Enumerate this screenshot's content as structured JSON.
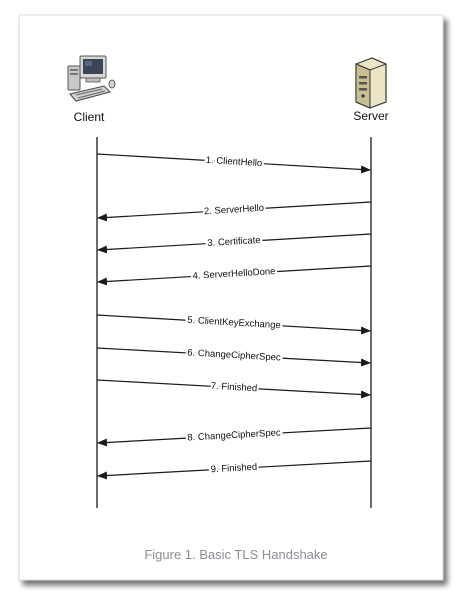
{
  "diagram": {
    "client_label": "Client",
    "server_label": "Server",
    "client_icon": "desktop-computer-icon",
    "server_icon": "server-tower-icon",
    "caption": "Figure 1. Basic TLS Handshake",
    "messages": [
      {
        "label": "1. ClientHello",
        "direction": "client-to-server"
      },
      {
        "label": "2. ServerHello",
        "direction": "server-to-client"
      },
      {
        "label": "3. Certificate",
        "direction": "server-to-client"
      },
      {
        "label": "4. ServerHelloDone",
        "direction": "server-to-client"
      },
      {
        "label": "5. ClientKeyExchange",
        "direction": "client-to-server"
      },
      {
        "label": "6. ChangeCipherSpec",
        "direction": "client-to-server"
      },
      {
        "label": "7. Finished",
        "direction": "client-to-server"
      },
      {
        "label": "8. ChangeCipherSpec",
        "direction": "server-to-client"
      },
      {
        "label": "9. Finished",
        "direction": "server-to-client"
      }
    ]
  },
  "colors": {
    "line": "#1a1a1a",
    "caption": "#8a8f96",
    "frame_shadow": "#7a7a7a"
  }
}
